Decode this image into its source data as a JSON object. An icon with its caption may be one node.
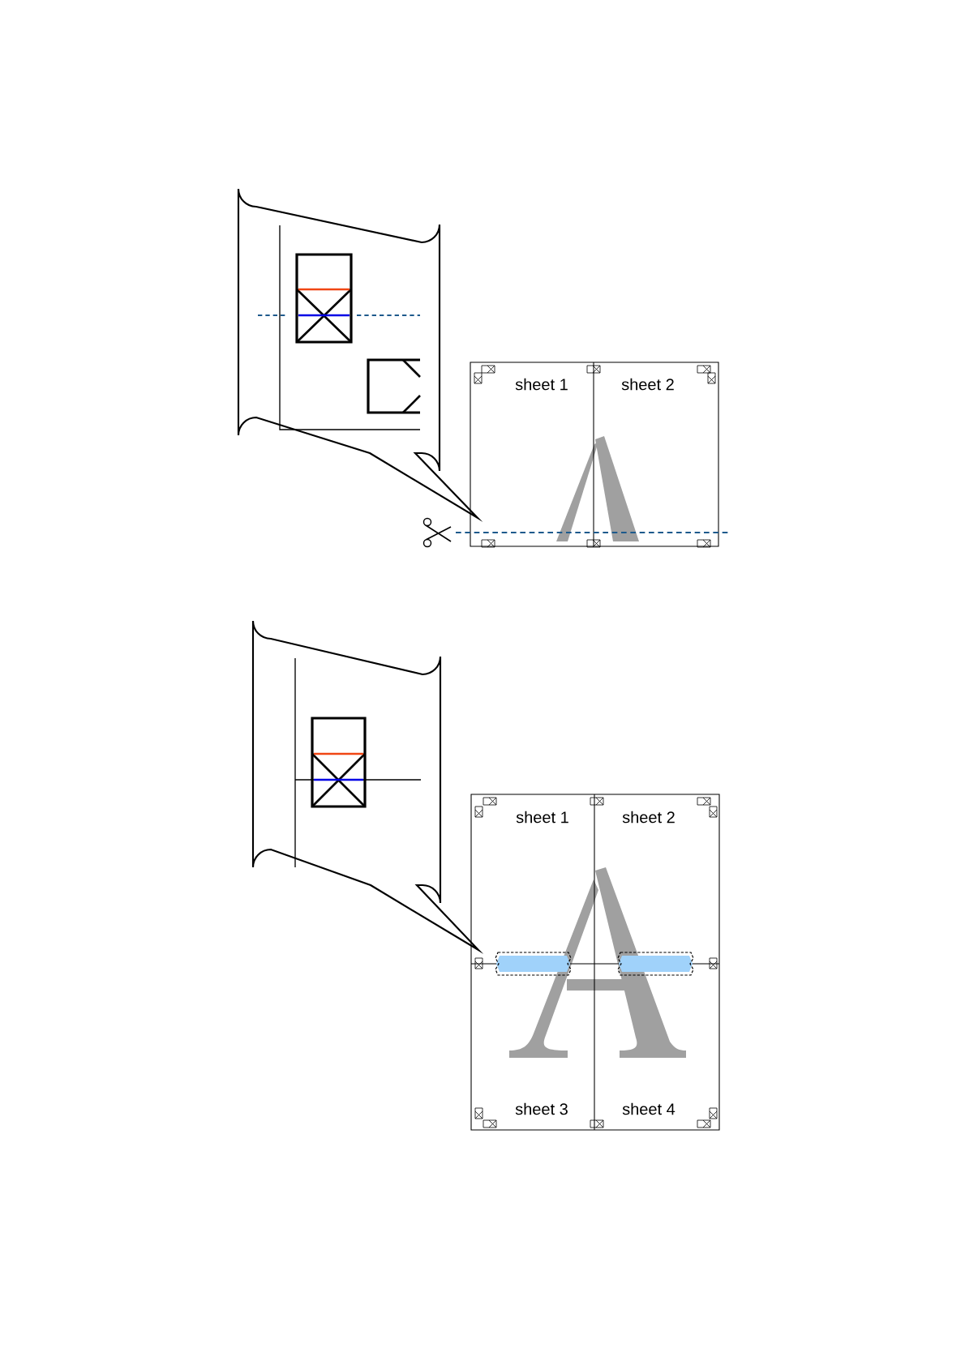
{
  "diagram": {
    "labels": [
      "sheet 1",
      "sheet 2",
      "sheet 1",
      "sheet 2",
      "sheet 3",
      "sheet 4"
    ]
  }
}
